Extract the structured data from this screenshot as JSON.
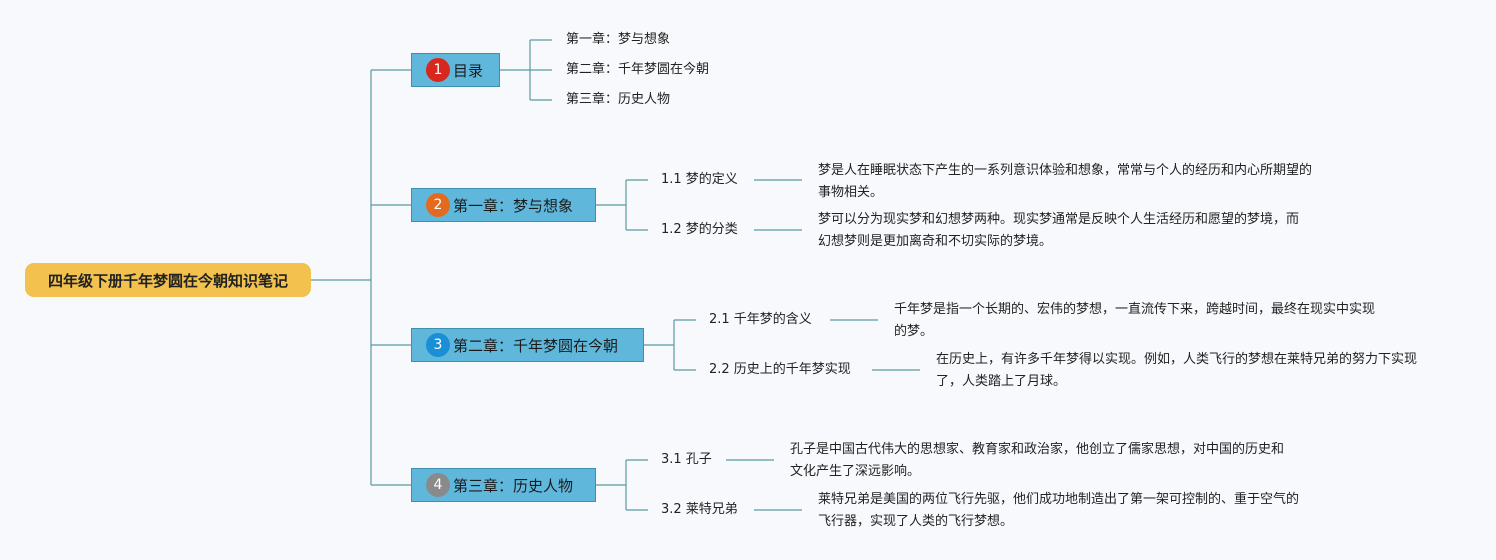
{
  "root": "四年级下册千年梦圆在今朝知识笔记",
  "colors": {
    "root": "#f2c14e",
    "branch": "#5fb8dc",
    "line": "#5a9aa0"
  },
  "branches": [
    {
      "num": "1",
      "badge_color": "#d8281d",
      "label": "目录",
      "children": [
        {
          "label": "第一章：梦与想象"
        },
        {
          "label": "第二章：千年梦圆在今朝"
        },
        {
          "label": "第三章：历史人物"
        }
      ]
    },
    {
      "num": "2",
      "badge_color": "#e36a1e",
      "label": "第一章：梦与想象",
      "children": [
        {
          "label": "1.1 梦的定义",
          "note": "梦是人在睡眠状态下产生的一系列意识体验和想象，常常与个人的经历和内心所期望的事物相关。"
        },
        {
          "label": "1.2 梦的分类",
          "note": "梦可以分为现实梦和幻想梦两种。现实梦通常是反映个人生活经历和愿望的梦境，而幻想梦则是更加离奇和不切实际的梦境。"
        }
      ]
    },
    {
      "num": "3",
      "badge_color": "#1a8fd8",
      "label": "第二章：千年梦圆在今朝",
      "children": [
        {
          "label": "2.1 千年梦的含义",
          "note": "千年梦是指一个长期的、宏伟的梦想，一直流传下来，跨越时间，最终在现实中实现的梦。"
        },
        {
          "label": "2.2 历史上的千年梦实现",
          "note": "在历史上，有许多千年梦得以实现。例如，人类飞行的梦想在莱特兄弟的努力下实现了，人类踏上了月球。"
        }
      ]
    },
    {
      "num": "4",
      "badge_color": "#8a8a8a",
      "label": "第三章：历史人物",
      "children": [
        {
          "label": "3.1 孔子",
          "note": "孔子是中国古代伟大的思想家、教育家和政治家，他创立了儒家思想，对中国的历史和文化产生了深远影响。"
        },
        {
          "label": "3.2 莱特兄弟",
          "note": "莱特兄弟是美国的两位飞行先驱，他们成功地制造出了第一架可控制的、重于空气的飞行器，实现了人类的飞行梦想。"
        }
      ]
    }
  ]
}
